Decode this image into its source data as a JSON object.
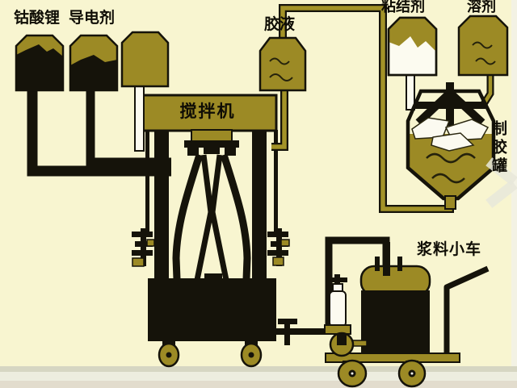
{
  "diagram": {
    "type": "process-flow-diagram",
    "subject": "battery electrode slurry mixing line",
    "labels": {
      "hopper_cobalt": "钴酸锂",
      "hopper_conductive": "导电剂",
      "glue_solution_tank": "胶液",
      "binder_tank": "粘结剂",
      "solvent_tank": "溶剂",
      "mixer": "搅拌机",
      "glue_making_tank": "制胶罐",
      "slurry_cart": "浆料小车"
    },
    "colors": {
      "background": "#f8f5d0",
      "vessel_olive": "#9c8a25",
      "pipe_olive": "#a39328",
      "line_black": "#15130a",
      "white_fill": "#fcfbf0",
      "floor_light": "#ededdf",
      "floor_dark": "#e2dccd",
      "watermark": "#e7e7da"
    }
  }
}
